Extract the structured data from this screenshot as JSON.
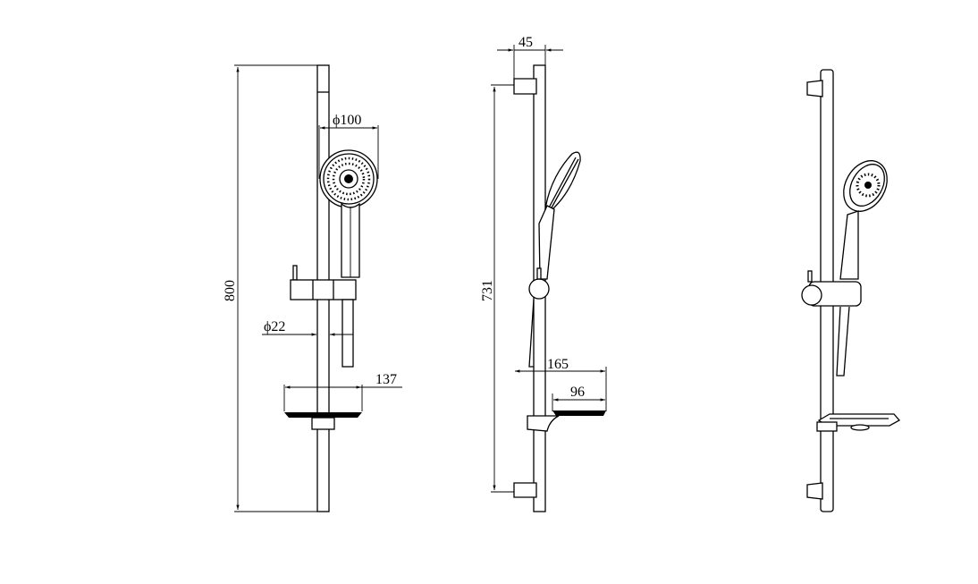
{
  "views": {
    "front": {
      "height_label": "800",
      "head_diameter_label": "ϕ100",
      "rail_diameter_label": "ϕ22",
      "soap_dish_width_label": "137"
    },
    "side": {
      "bracket_depth_label": "45",
      "bracket_spacing_label": "731",
      "soap_dish_projection_label": "165",
      "soap_dish_depth_label": "96"
    },
    "perspective": {}
  }
}
